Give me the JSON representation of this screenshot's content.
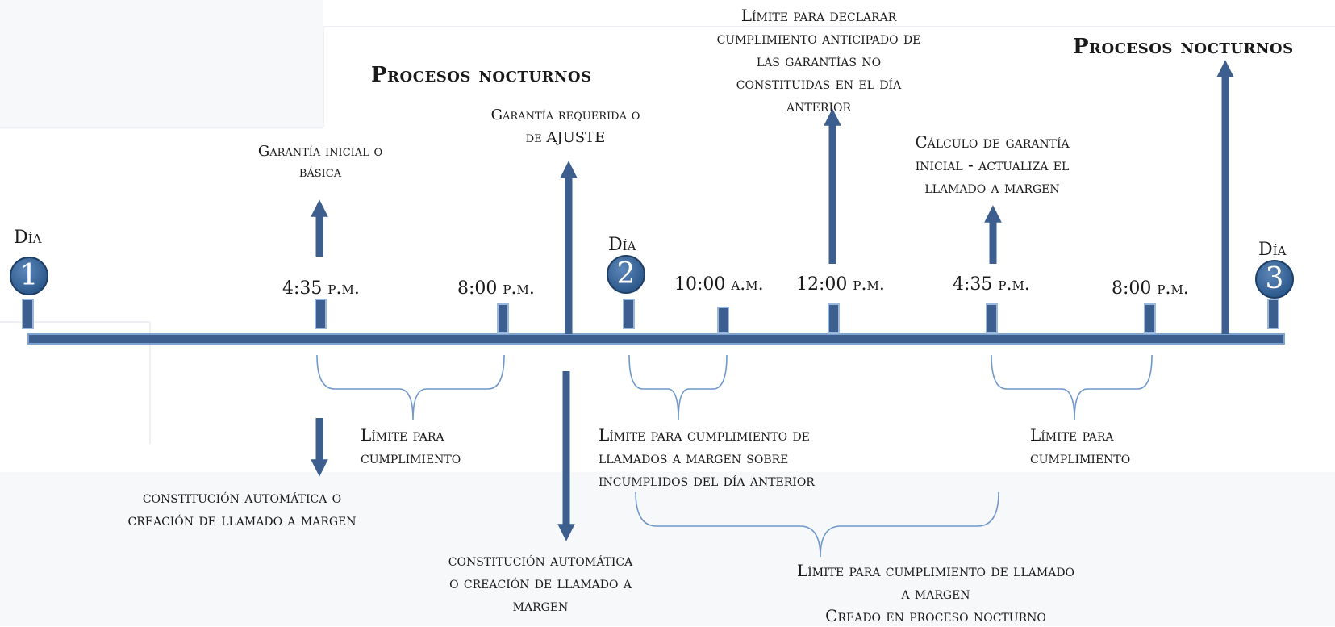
{
  "days": [
    {
      "label": "Día",
      "number": "1"
    },
    {
      "label": "Día",
      "number": "2"
    },
    {
      "label": "Día",
      "number": "3"
    }
  ],
  "times": [
    "4:35 p.m.",
    "8:00 p.m.",
    "10:00 a.m.",
    "12:00 p.m.",
    "4:35 p.m.",
    "8:00 p.m."
  ],
  "headings": {
    "night1": "Procesos nocturnos",
    "night2": "Procesos nocturnos"
  },
  "above": {
    "garantia_inicial": [
      "Garantía inicial o",
      "básica"
    ],
    "garantia_requerida": [
      "Garantía  requerida o",
      "de AJUSTE"
    ],
    "limite_declarar": [
      "Límite para declarar",
      "cumplimiento anticipado de",
      "las garantías no",
      "constituidas en el día",
      "anterior"
    ],
    "calculo": [
      "Cálculo de garantía",
      "inicial - actualiza el",
      "llamado a margen"
    ]
  },
  "below": {
    "constitucion1": [
      "constitución automática o",
      "creación de llamado a margen"
    ],
    "limite1": [
      "Límite para",
      "cumplimiento"
    ],
    "constitucion2": [
      "constitución automática",
      "o creación de llamado a",
      "margen"
    ],
    "limite_anterior": [
      "Límite para cumplimiento de",
      "llamados a margen sobre",
      "incumplidos del día anterior"
    ],
    "limite2": [
      "Límite para",
      "cumplimiento"
    ],
    "limite_llamado": [
      "Límite para cumplimiento de llamado",
      "a margen",
      "Creado en proceso nocturno"
    ]
  },
  "colors": {
    "timeline": "#3d5f8f",
    "timeline_edge": "#2a4a73",
    "brace": "#6f97cc",
    "arrow": "#3d5f8f"
  }
}
